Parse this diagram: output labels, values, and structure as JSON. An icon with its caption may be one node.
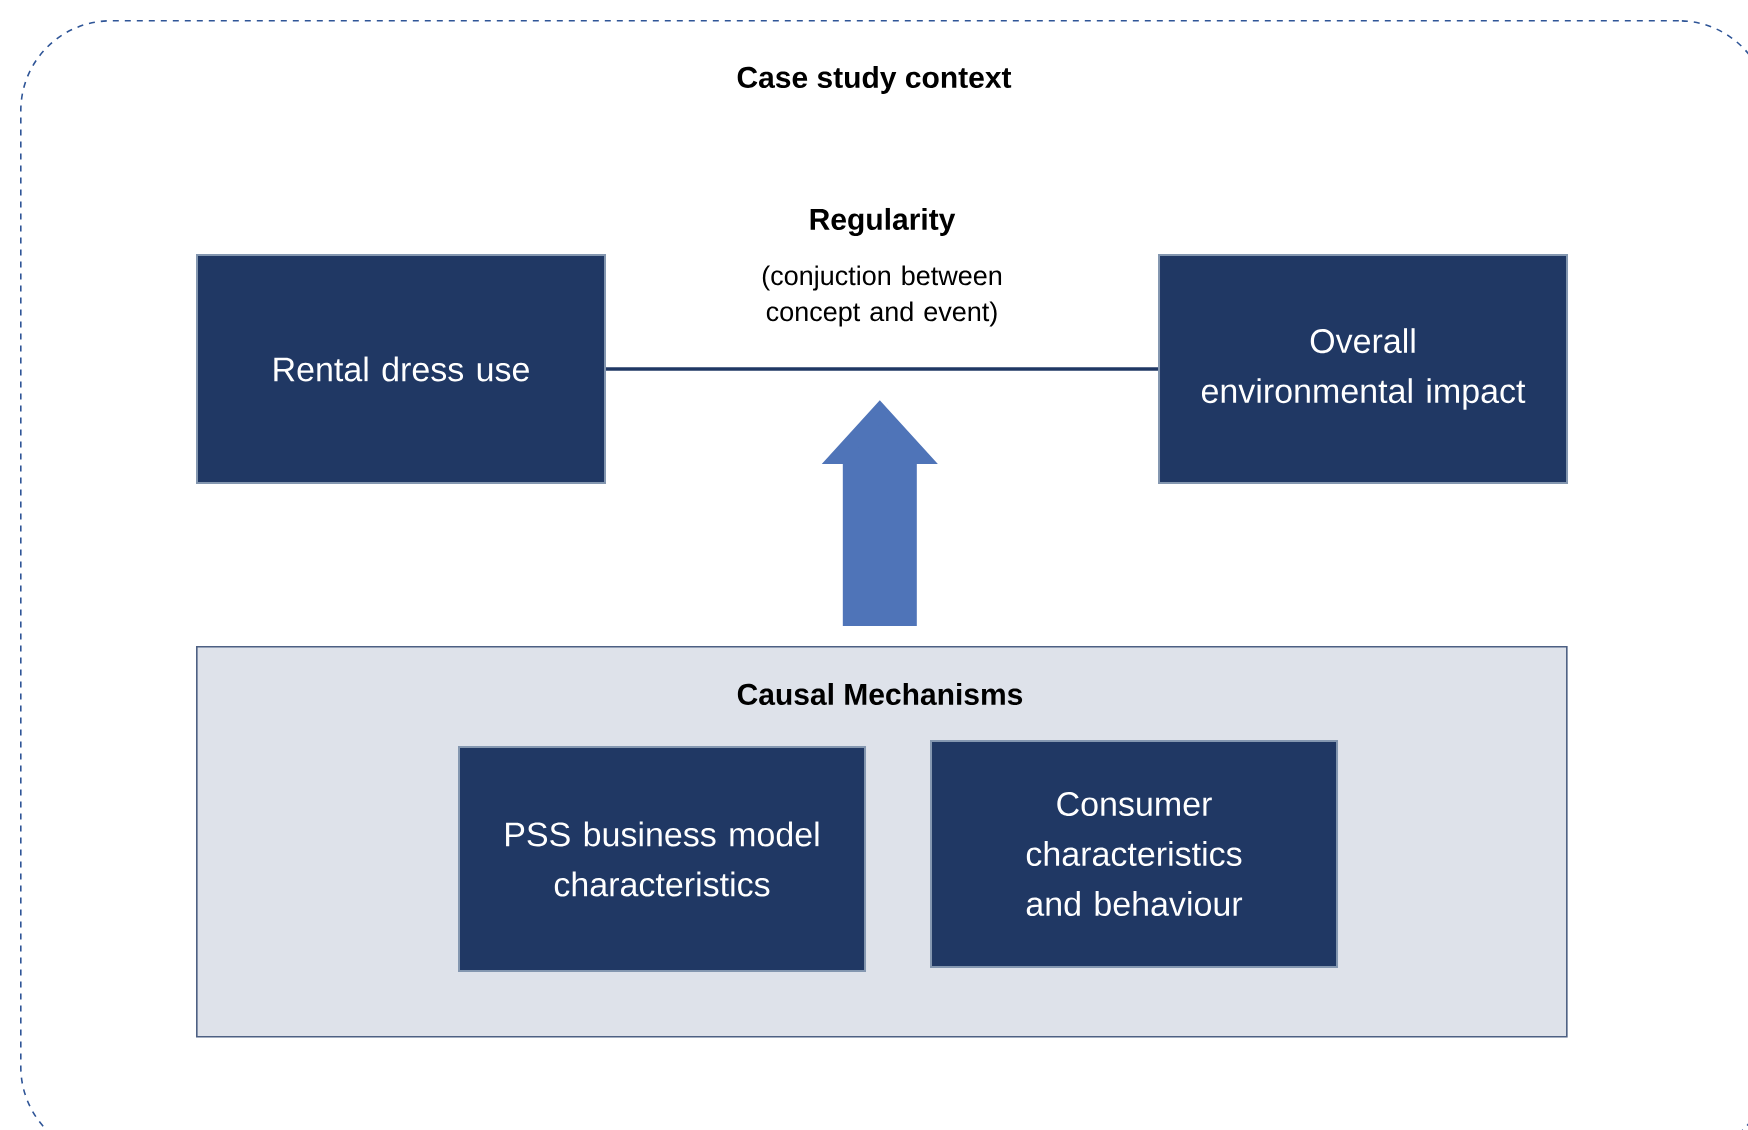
{
  "diagram": {
    "nodes": [
      {
        "text": [
          "Case study context"
        ]
      },
      {
        "text": [
          "Rental dress use"
        ],
        "in": 0
      },
      {
        "text": [
          "Overall environmental impact"
        ],
        "in": 0
      },
      {
        "text": [
          "Causal Mechanisms"
        ],
        "in": 0
      },
      {
        "text": [
          "PSS business model characteristics"
        ],
        "in": 3
      },
      {
        "text": [
          "Consumer characteristics and behaviour"
        ],
        "in": 3
      }
    ],
    "edges": [
      {
        "from": 1,
        "to": 2,
        "arrow": "none"
      },
      {
        "from": 3,
        "to": null,
        "arrow": "to",
        "style": "thick"
      }
    ],
    "labels": [
      "Regularity",
      "(conjuction between concept and event)"
    ]
  }
}
